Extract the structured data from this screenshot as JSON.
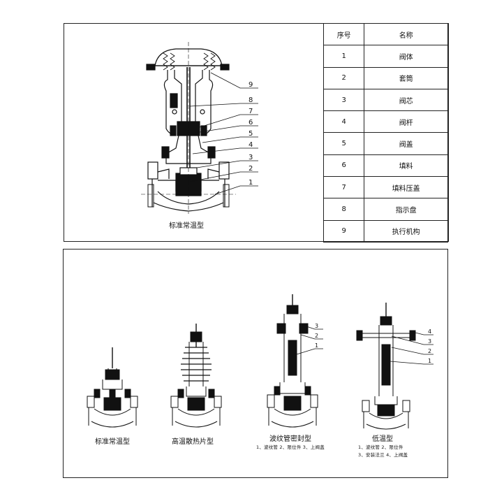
{
  "top_section": {
    "caption": "标准常温型",
    "callout_numbers": [
      "9",
      "8",
      "7",
      "6",
      "5",
      "4",
      "3",
      "2",
      "1"
    ],
    "table": {
      "headers": [
        "序号",
        "名称"
      ],
      "rows": [
        [
          "1",
          "阀体"
        ],
        [
          "2",
          "套筒"
        ],
        [
          "3",
          "阀芯"
        ],
        [
          "4",
          "阀杆"
        ],
        [
          "5",
          "阀盖"
        ],
        [
          "6",
          "填料"
        ],
        [
          "7",
          "填料压盖"
        ],
        [
          "8",
          "指示盘"
        ],
        [
          "9",
          "执行机构"
        ]
      ]
    }
  },
  "bottom_section": {
    "variants": [
      {
        "caption": "标准常温型"
      },
      {
        "caption": "高温散热片型"
      },
      {
        "caption": "波纹管密封型",
        "callouts": [
          "3",
          "2",
          "1"
        ],
        "legend_line1": "1、波纹管   2、限位件   3、上阀盖"
      },
      {
        "caption": "低温型",
        "callouts": [
          "4",
          "3",
          "2",
          "1"
        ],
        "legend_line1": "1、波纹管      2、限位件",
        "legend_line2": "3、安装法兰   4、上阀盖"
      }
    ]
  }
}
